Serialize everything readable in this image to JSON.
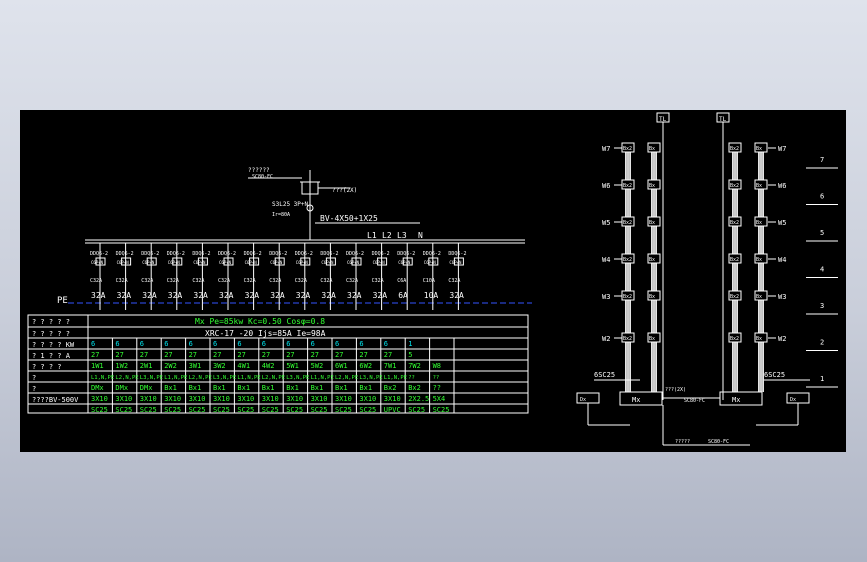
{
  "drawing": {
    "pe_label": "PE",
    "phase_labels": [
      "L1",
      "L2",
      "L3",
      "N"
    ],
    "feeder_cable": "BV-4X50+1X25",
    "meter_label": "??????",
    "meter_cable": "SC80-FC",
    "main_breaker": "S3L25 3P+N",
    "main_breaker_ir": "Ir=80A",
    "trip_label": "???(2X)",
    "breaker_model": "DDQ6-2",
    "breaker_sub": "C6P+N",
    "outgoing_models": [
      "C32A",
      "C32A",
      "C32A",
      "C32A",
      "C32A",
      "C32A",
      "C32A",
      "C32A",
      "C32A",
      "C32A",
      "C32A",
      "C32A",
      "C6A",
      "C10A",
      "C32A"
    ],
    "outgoing_ratings": [
      "32A",
      "32A",
      "32A",
      "32A",
      "32A",
      "32A",
      "32A",
      "32A",
      "32A",
      "32A",
      "32A",
      "32A",
      "6A",
      "10A",
      "32A"
    ],
    "table_top_line1": "Mx  Pe=85kw  Kc=0.50  Cosφ=0.8",
    "table_top_line2": "XRC-17 -20   Ijs=85A   Ie=98A",
    "row_headers": [
      "? ? ? ? ?",
      "? ? ? ? ?",
      "? ? ? ? KW",
      "? 1 ? ? A",
      "? ? ? ?",
      "?",
      "?",
      "????BV-500V"
    ],
    "rows": {
      "kw": [
        "6",
        "6",
        "6",
        "6",
        "6",
        "6",
        "6",
        "6",
        "6",
        "6",
        "6",
        "6",
        "6",
        "1",
        ""
      ],
      "amps": [
        "27",
        "27",
        "27",
        "27",
        "27",
        "27",
        "27",
        "27",
        "27",
        "27",
        "27",
        "27",
        "27",
        "5",
        ""
      ],
      "loop": [
        "1W1",
        "1W2",
        "2W1",
        "2W2",
        "3W1",
        "3W2",
        "4W1",
        "4W2",
        "5W1",
        "5W2",
        "6W1",
        "6W2",
        "7W1",
        "7W2",
        "W8"
      ],
      "phase": [
        "L1,N,PE",
        "L2,N,PE",
        "L3,N,PE",
        "L1,N,PE",
        "L2,N,PE",
        "L3,N,PE",
        "L1,N,PE",
        "L2,N,PE",
        "L3,N,PE",
        "L1,N,PE",
        "L2,N,PE",
        "L3,N,PE",
        "L1,N,PE",
        "??",
        "??"
      ],
      "box": [
        "DMx",
        "DMx",
        "DMx",
        "Bx1",
        "Bx1",
        "Bx1",
        "Bx1",
        "Bx1",
        "Bx1",
        "Bx1",
        "Bx1",
        "Bx1",
        "Bx2",
        "Bx2",
        "??"
      ],
      "wire": [
        "3X10",
        "3X10",
        "3X10",
        "3X10",
        "3X10",
        "3X10",
        "3X10",
        "3X10",
        "3X10",
        "3X10",
        "3X10",
        "3X10",
        "3X10",
        "2X2.5",
        "5X4"
      ],
      "pipe": [
        "SC25",
        "SC25",
        "SC25",
        "SC25",
        "SC25",
        "SC25",
        "SC25",
        "SC25",
        "SC25",
        "SC25",
        "SC25",
        "SC25",
        "UPVC",
        "SC25",
        "SC25"
      ]
    },
    "riser": {
      "top_label": "TL",
      "floor_boxes": [
        "W7",
        "W6",
        "W5",
        "W4",
        "W3",
        "W2"
      ],
      "floor_numbers": [
        "7",
        "6",
        "5",
        "4",
        "3",
        "2",
        "1"
      ],
      "box_a": "Bx2",
      "box_b": "Bx",
      "pipe_left": "6SC25",
      "pipe_right": "6SC25",
      "mx_label": "Mx",
      "mid_label": "???(2X)",
      "mid_sub": "SC80-FC",
      "bottom_label": "?????",
      "bottom_sub": "SC80-FC",
      "side_box": "Dx"
    }
  }
}
